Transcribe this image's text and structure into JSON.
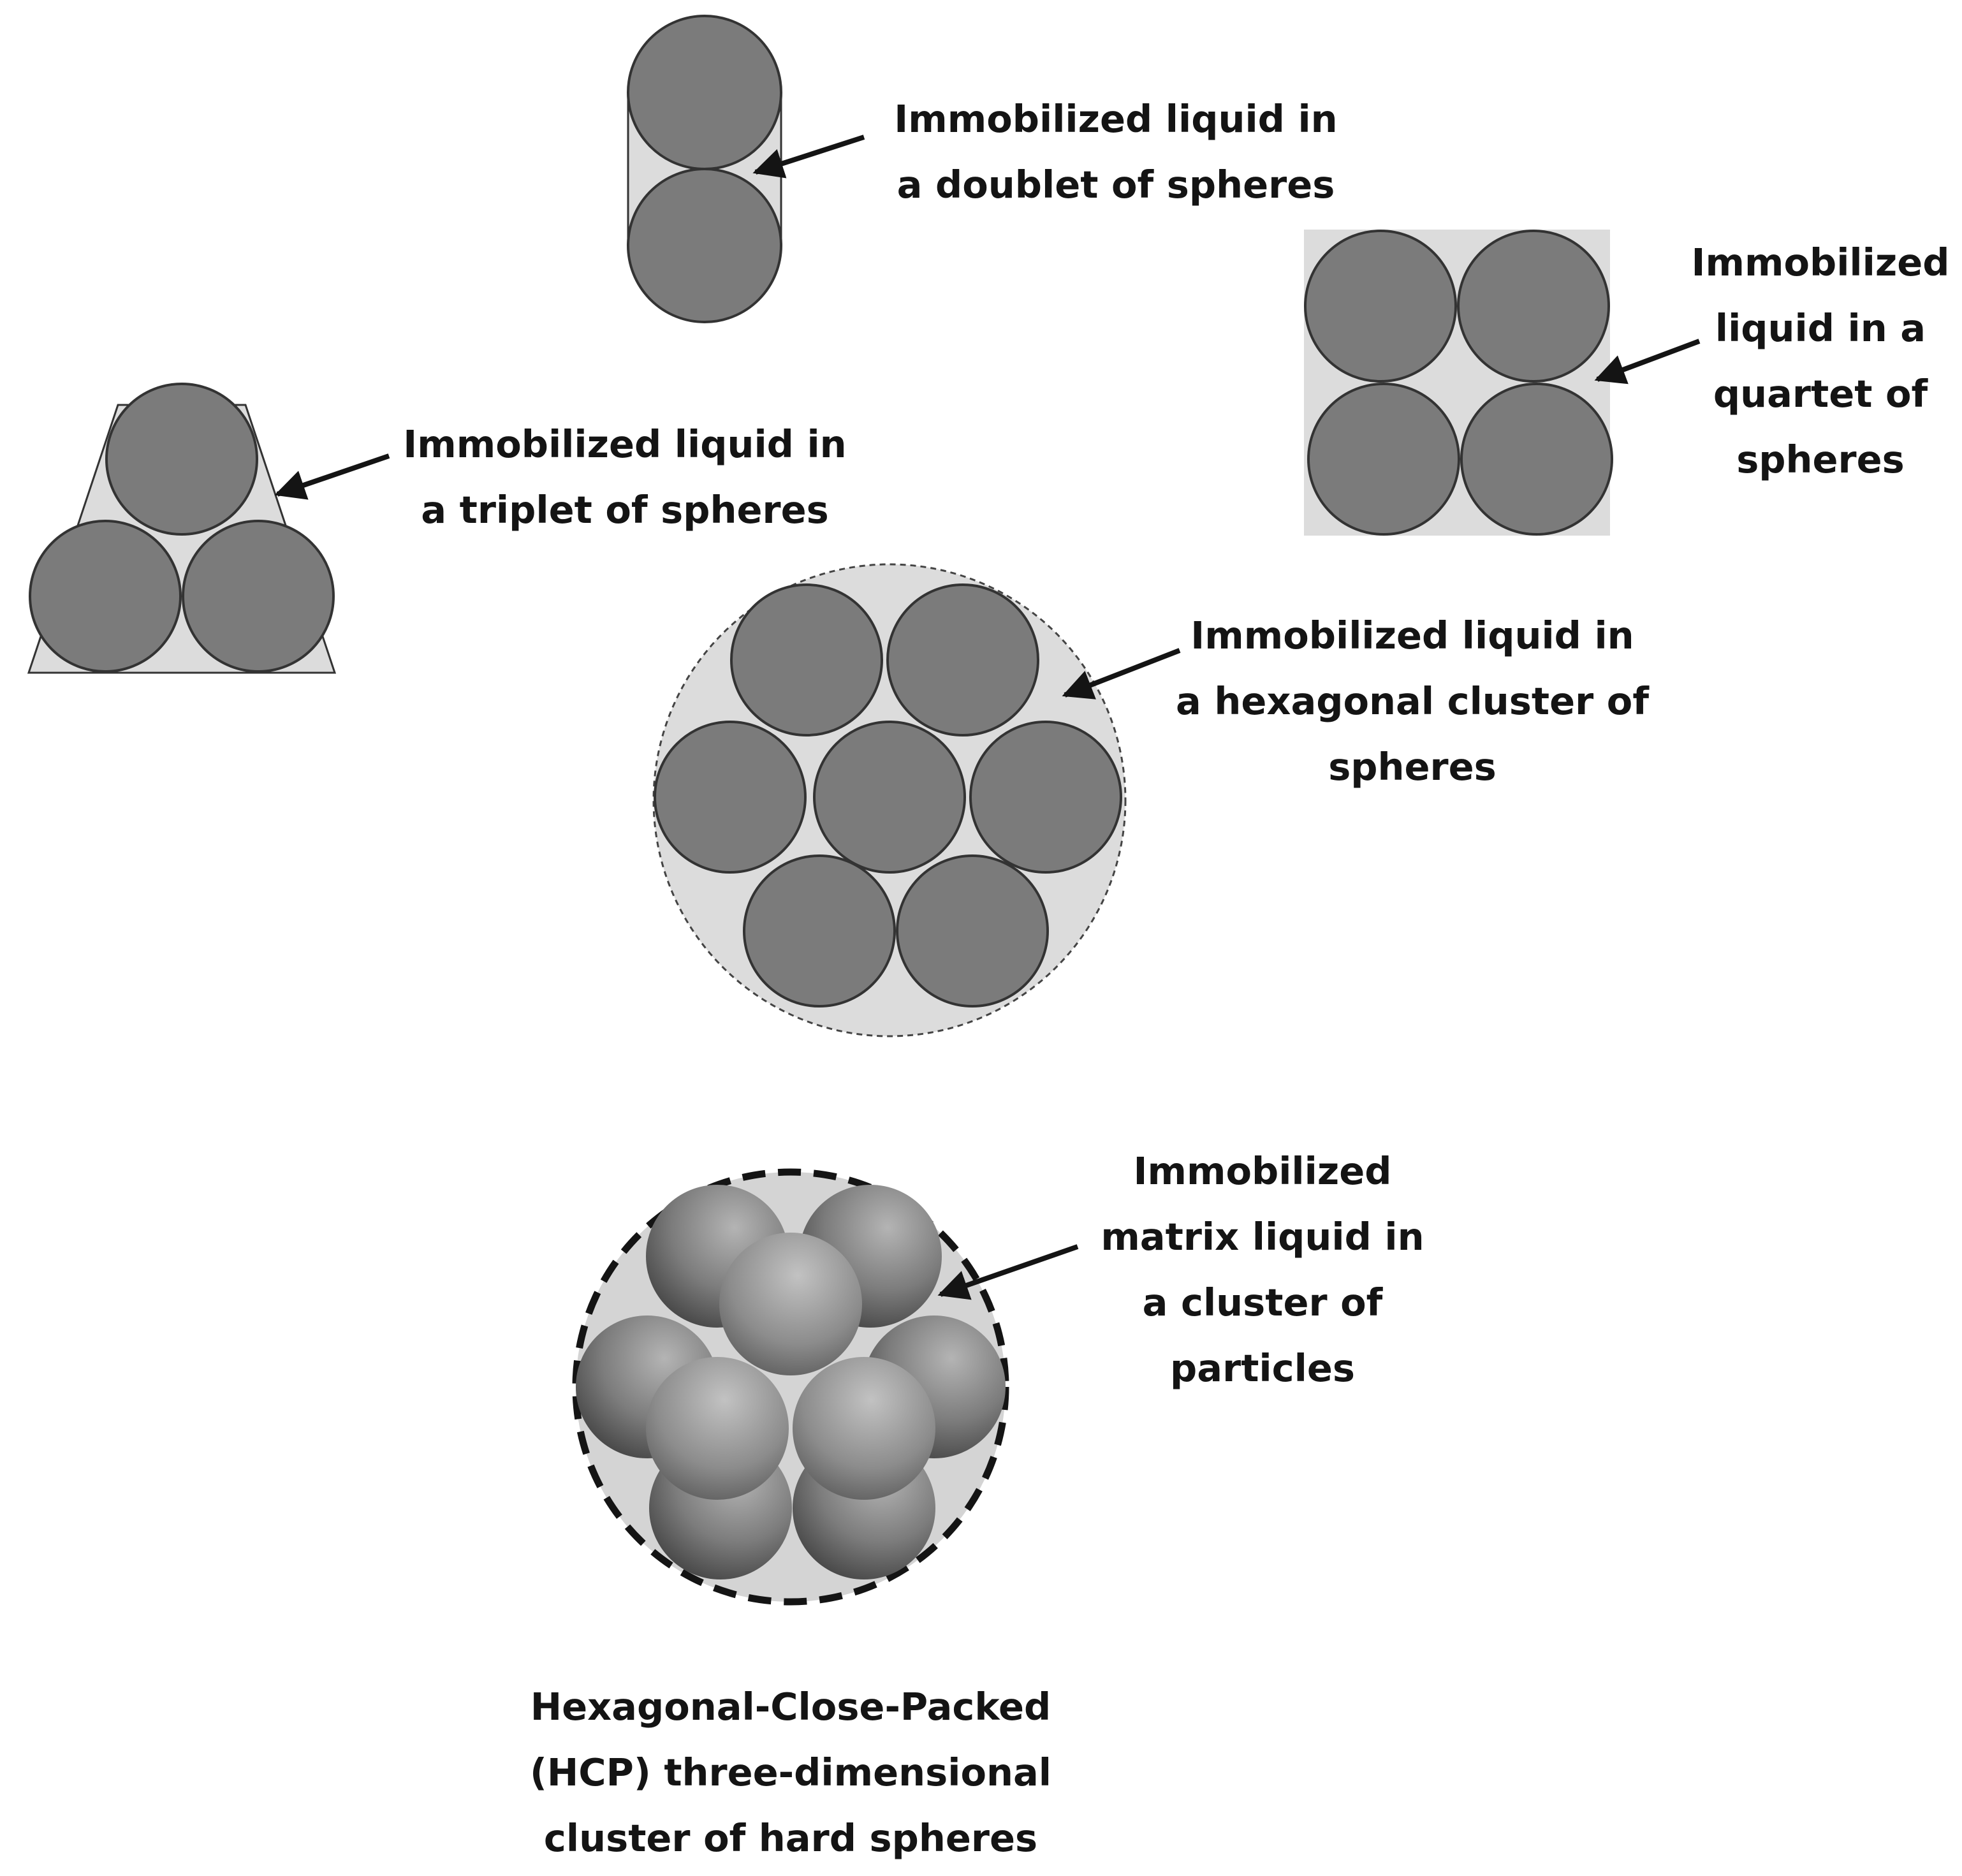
{
  "colors": {
    "liquid_fill": "#dcdcdc",
    "sphere_fill": "#7b7b7b",
    "sphere_stroke": "#333333",
    "text": "#141414",
    "arrow": "#141414"
  },
  "labels": {
    "doublet": [
      "Immobilized liquid in",
      "a doublet of spheres"
    ],
    "quartet": [
      "Immobilized",
      "liquid in a",
      "quartet of",
      "spheres"
    ],
    "triplet": [
      "Immobilized liquid in",
      "a triplet of spheres"
    ],
    "hexagonal": [
      "Immobilized liquid in",
      "a hexagonal cluster of",
      "spheres"
    ],
    "hcp_matrix": [
      "Immobilized",
      "matrix liquid in",
      "a cluster of",
      "particles"
    ],
    "hcp_caption": [
      "Hexagonal-Close-Packed",
      "(HCP) three-dimensional",
      "cluster of hard spheres"
    ]
  }
}
